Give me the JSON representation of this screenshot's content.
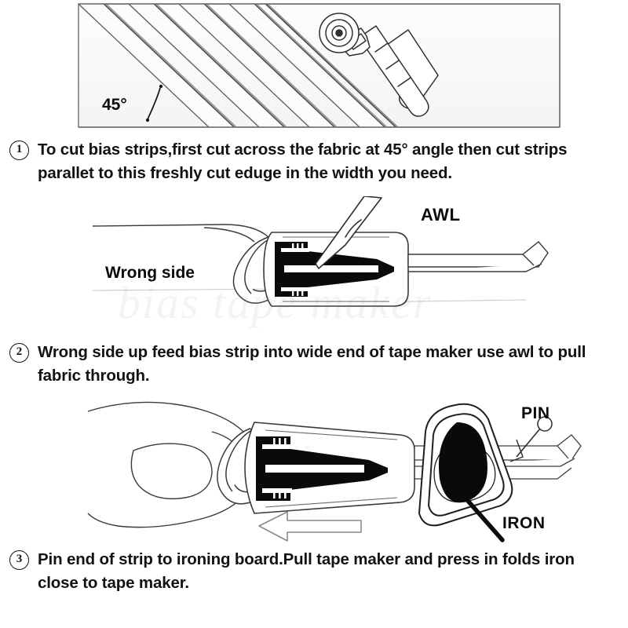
{
  "document": {
    "title": "How to make bias tape with a bias tape maker",
    "type": "instructional-diagram",
    "background_color": "#ffffff",
    "ink_color": "#111111"
  },
  "steps": [
    {
      "number": "1",
      "text": "To cut bias strips,first cut across the fabric at 45° angle then cut strips parallet to this freshly cut eduge in the width you need."
    },
    {
      "number": "2",
      "text": "Wrong side up feed bias strip into wide end of tape maker use awl to pull fabric through."
    },
    {
      "number": "3",
      "text": "Pin end of strip to ironing board.Pull tape maker and press in folds iron close to tape maker."
    }
  ],
  "figures": {
    "cutting": {
      "name": "fabric-cut-on-bias-with-rotary-cutter",
      "angle_label": "45°",
      "tools": [
        "rotary-cutter"
      ],
      "strip_count": 4
    },
    "feeding": {
      "name": "feeding-bias-strip-into-tape-maker",
      "labels": {
        "fabric": "Wrong side",
        "tool": "AWL"
      }
    },
    "pressing": {
      "name": "pressing-bias-tape-with-iron",
      "labels": {
        "pin": "PIN",
        "iron": "IRON"
      },
      "pull_direction": "left"
    }
  },
  "watermark": {
    "text": "bias tape maker"
  }
}
